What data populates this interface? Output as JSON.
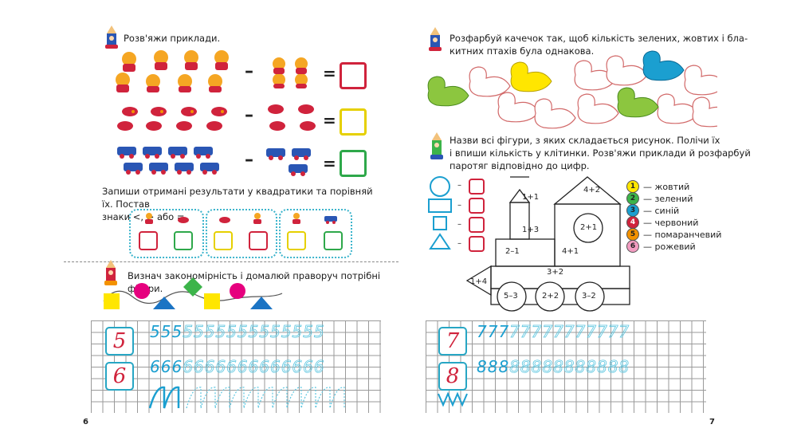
{
  "left": {
    "task1": "Розв'яжи приклади.",
    "task2_line1": "Запиши отримані результати у квадратики та порівняй їх. Постав",
    "task2_line2": "знаки <, > або =.",
    "task3": "Визнач закономірність і домалюй праворуч потрібні фігури.",
    "rows": [
      {
        "minus": "–",
        "equals": "=",
        "box_color": "#d0233c"
      },
      {
        "minus": "–",
        "equals": "=",
        "box_color": "#e6d000"
      },
      {
        "minus": "–",
        "equals": "=",
        "box_color": "#2ea84a"
      }
    ],
    "digit1": "5",
    "digit2": "6",
    "digit1_solid": "555",
    "digit1_dashed": "5555555555555",
    "digit2_solid": "666",
    "digit2_dashed": "6666666666666",
    "page_number": "6"
  },
  "right": {
    "task1_line1": "Розфарбуй качечок так, щоб кількість зелених, жовтих і бла-",
    "task1_line2": "китних птахів була однакова.",
    "task2_line1": "Назви всі фігури, з яких складається рисунок. Полічи їх",
    "task2_line2": "і впиши кількість у клітинки. Розв'яжи приклади й розфарбуй",
    "task2_line3": "паротяг відповідно до цифр.",
    "dash": "–",
    "train_labels": {
      "roof_triangle": "4+2",
      "chimney_top": "1+1",
      "chimney": "1+3",
      "circle_cabin": "2+1",
      "boiler": "2–1",
      "cabin_lower": "4+1",
      "base": "3+2",
      "front": "1+4",
      "wheel1": "5–3",
      "wheel2": "2+2",
      "wheel3": "3–2"
    },
    "legend": [
      {
        "num": "1",
        "label": "— жовтий",
        "color": "#ffe600"
      },
      {
        "num": "2",
        "label": "— зелений",
        "color": "#3cb44a"
      },
      {
        "num": "3",
        "label": "— синій",
        "color": "#1b9fd0"
      },
      {
        "num": "4",
        "label": "— червоний",
        "color": "#d0233c"
      },
      {
        "num": "5",
        "label": "— помаранчевий",
        "color": "#f39200"
      },
      {
        "num": "6",
        "label": "— рожевий",
        "color": "#f39cc1"
      }
    ],
    "digit1": "7",
    "digit2": "8",
    "digit1_solid": "777",
    "digit1_dashed": "77777777777",
    "digit2_solid": "888",
    "digit2_dashed": "88888888888",
    "page_number": "7"
  }
}
